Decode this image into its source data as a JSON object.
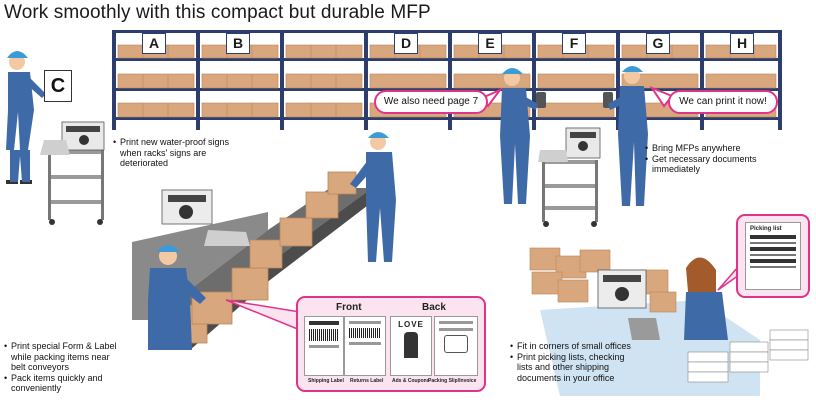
{
  "title": "Work smoothly with this compact but durable MFP",
  "rack_labels": [
    "A",
    "B",
    "D",
    "E",
    "F",
    "G",
    "H"
  ],
  "sign_letter": "C",
  "bubbles": {
    "left": "We also need page 7",
    "right": "We can print it now!"
  },
  "notes": {
    "signs": [
      "Print new water-proof signs when racks' signs are deteriorated"
    ],
    "mobile": [
      "Bring MFPs anywhere",
      "Get necessary documents immediately"
    ],
    "packing": [
      "Print special Form & Label while packing items near belt conveyors",
      "Pack items quickly and conveniently"
    ],
    "office": [
      "Fit in corners of small offices",
      "Print picking lists, checking lists and other shipping documents in your office"
    ]
  },
  "sample_panel": {
    "front": "Front",
    "back": "Back",
    "captions": [
      "Shipping Label",
      "Returns Label",
      "Ads & Coupons",
      "Packing Slip/Invoice"
    ],
    "love_text": "LOVE"
  },
  "picking_list": {
    "title": "Picking list"
  },
  "colors": {
    "accent": "#e0338a",
    "rack": "#2c3d6e",
    "box": "#d9a77e",
    "worker": "#3f6aa8",
    "conveyor": "#8a8a8a"
  }
}
